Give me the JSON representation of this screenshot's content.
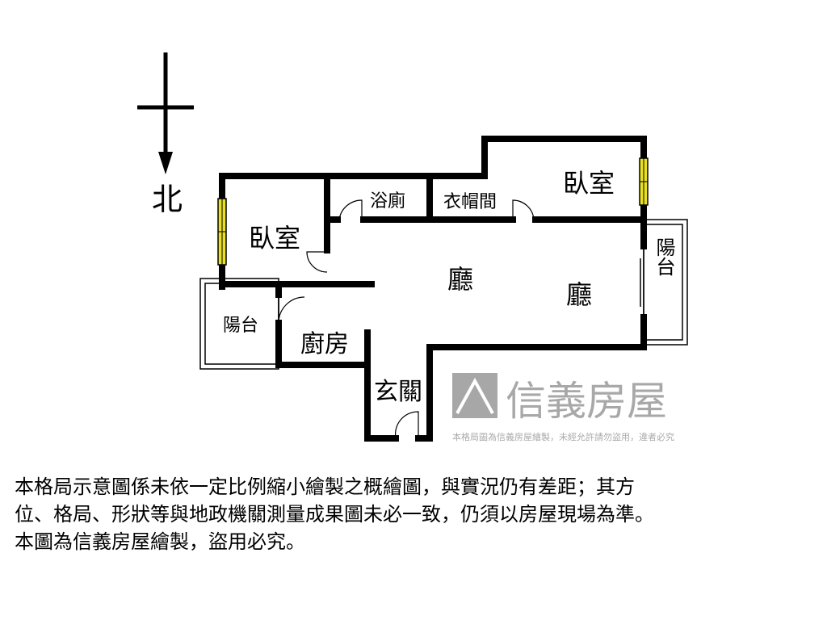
{
  "compass": {
    "label": "北"
  },
  "rooms": {
    "bedroom_left": "臥室",
    "bedroom_right": "臥室",
    "bathroom": "浴廁",
    "closet": "衣帽間",
    "living_1": "廳",
    "living_2": "廳",
    "kitchen": "廚房",
    "entrance": "玄關",
    "balcony_left": "陽台",
    "balcony_right": "陽台"
  },
  "watermark": {
    "brand": "信義房屋",
    "notice": "本格局圖為信義房屋繪製，未經允許請勿盜用，違者必究"
  },
  "disclaimer": {
    "lines": [
      "本格局示意圖係未依一定比例縮小繪製之概繪圖，與實況仍有差距；其方",
      "位、格局、形狀等與地政機關測量成果圖未必一致，仍須以房屋現場為準。",
      "本圖為信義房屋繪製，盜用必究。"
    ]
  },
  "colors": {
    "wall": "#000000",
    "window": "#e8e020",
    "watermark": "#9a9a9a"
  }
}
